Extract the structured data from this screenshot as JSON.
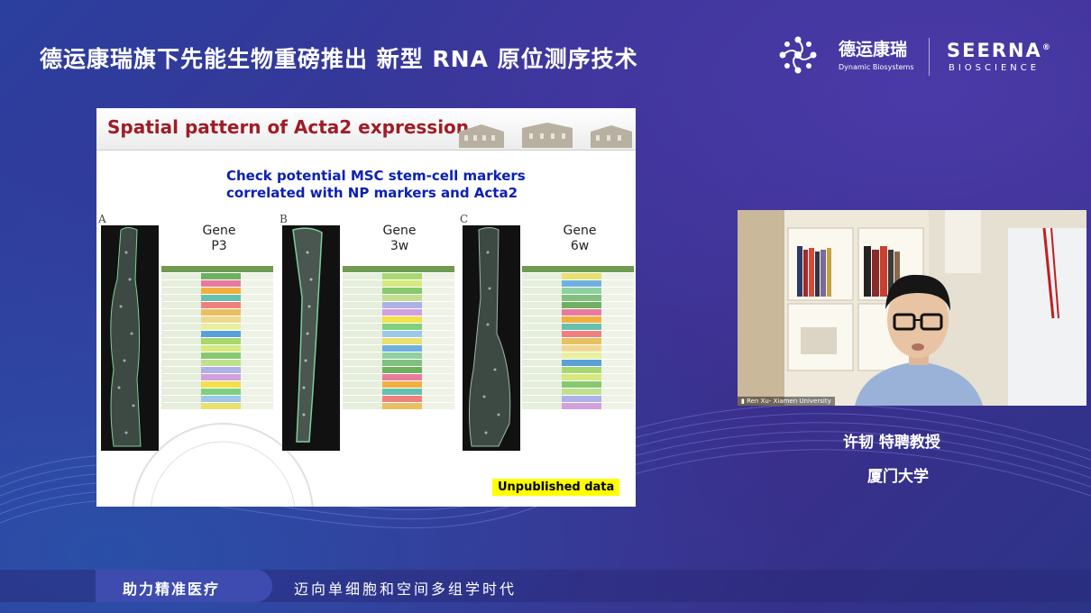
{
  "header": {
    "title": "德运康瑞旗下先能生物重磅推出  新型 RNA 原位测序技术",
    "logo_cn": "德运康瑞",
    "logo_en": "Dynamic Biosystems",
    "brand": "SEERNA",
    "brand_mark": "®",
    "brand_sub": "BIOSCIENCE"
  },
  "slide": {
    "title": "Spatial pattern of Acta2 expression",
    "subtitle_line1": "Check  potential MSC stem-cell markers",
    "subtitle_line2": "correlated with NP markers and Acta2",
    "panels": [
      {
        "letter": "A",
        "gene": "Gene",
        "stage": "P3"
      },
      {
        "letter": "B",
        "gene": "Gene",
        "stage": "3w"
      },
      {
        "letter": "C",
        "gene": "Gene",
        "stage": "6w"
      }
    ],
    "badge": "Unpublished data"
  },
  "video": {
    "caption": "Ren Xu- Xiamen University"
  },
  "speaker": {
    "name": "许韧  特聘教授",
    "affiliation": "厦门大学"
  },
  "footer": {
    "left": "助力精准医疗",
    "right": "迈向单细胞和空间多组学时代"
  },
  "colors": {
    "accent_red": "#a01c26",
    "accent_blue": "#0a20b4",
    "badge_yellow": "#ffff00",
    "bg_purple": "#3a3496"
  }
}
